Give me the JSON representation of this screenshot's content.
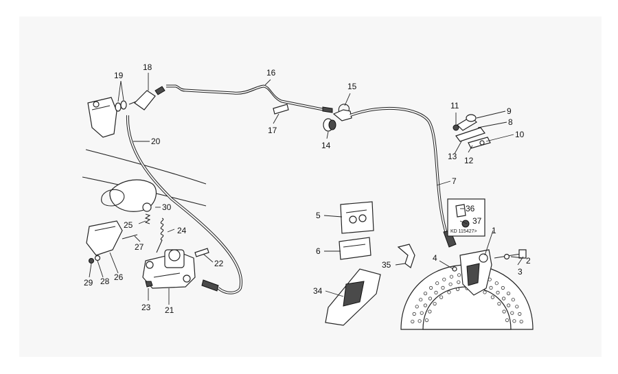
{
  "callouts": [
    {
      "id": "1",
      "label": "1"
    },
    {
      "id": "2",
      "label": "2"
    },
    {
      "id": "3",
      "label": "3"
    },
    {
      "id": "4",
      "label": "4"
    },
    {
      "id": "5",
      "label": "5"
    },
    {
      "id": "6",
      "label": "6"
    },
    {
      "id": "7",
      "label": "7"
    },
    {
      "id": "8",
      "label": "8"
    },
    {
      "id": "9",
      "label": "9"
    },
    {
      "id": "10",
      "label": "10"
    },
    {
      "id": "11",
      "label": "11"
    },
    {
      "id": "12",
      "label": "12"
    },
    {
      "id": "13",
      "label": "13"
    },
    {
      "id": "14",
      "label": "14"
    },
    {
      "id": "15",
      "label": "15"
    },
    {
      "id": "16",
      "label": "16"
    },
    {
      "id": "17",
      "label": "17"
    },
    {
      "id": "18",
      "label": "18"
    },
    {
      "id": "19",
      "label": "19"
    },
    {
      "id": "20",
      "label": "20"
    },
    {
      "id": "21",
      "label": "21"
    },
    {
      "id": "22",
      "label": "22"
    },
    {
      "id": "23",
      "label": "23"
    },
    {
      "id": "24",
      "label": "24"
    },
    {
      "id": "25",
      "label": "25"
    },
    {
      "id": "26",
      "label": "26"
    },
    {
      "id": "27",
      "label": "27"
    },
    {
      "id": "28",
      "label": "28"
    },
    {
      "id": "29",
      "label": "29"
    },
    {
      "id": "30",
      "label": "30"
    },
    {
      "id": "34",
      "label": "34"
    },
    {
      "id": "35",
      "label": "35"
    },
    {
      "id": "36",
      "label": "36"
    },
    {
      "id": "37",
      "label": "37"
    }
  ],
  "tag_label": "KD 115427>"
}
